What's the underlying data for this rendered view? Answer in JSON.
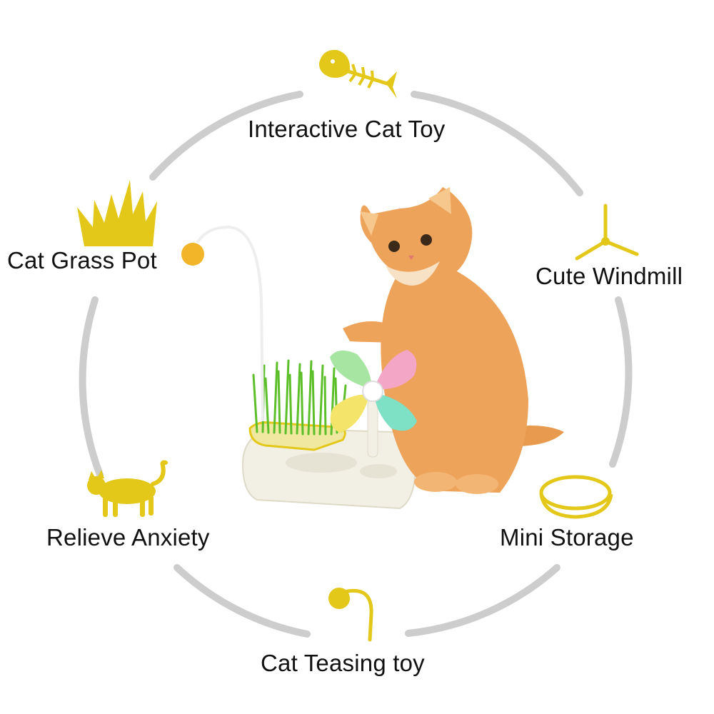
{
  "features": {
    "interactive_toy": {
      "label": "Interactive Cat Toy",
      "icon": "fish-bone-icon"
    },
    "cat_grass_pot": {
      "label": "Cat Grass Pot",
      "icon": "grass-icon"
    },
    "cute_windmill": {
      "label": "Cute Windmill",
      "icon": "windmill-icon"
    },
    "relieve_anxiety": {
      "label": "Relieve Anxiety",
      "icon": "cat-icon"
    },
    "mini_storage": {
      "label": "Mini Storage",
      "icon": "dish-icon"
    },
    "cat_teasing_toy": {
      "label": "Cat Teasing toy",
      "icon": "teaser-ball-icon"
    }
  },
  "colors": {
    "icon_yellow": "#e3c81a",
    "ring_gray": "#cfcfcf",
    "cat_orange": "#e89a4e",
    "grass_green": "#5cbf2a",
    "base_white": "#f3f0e6"
  }
}
